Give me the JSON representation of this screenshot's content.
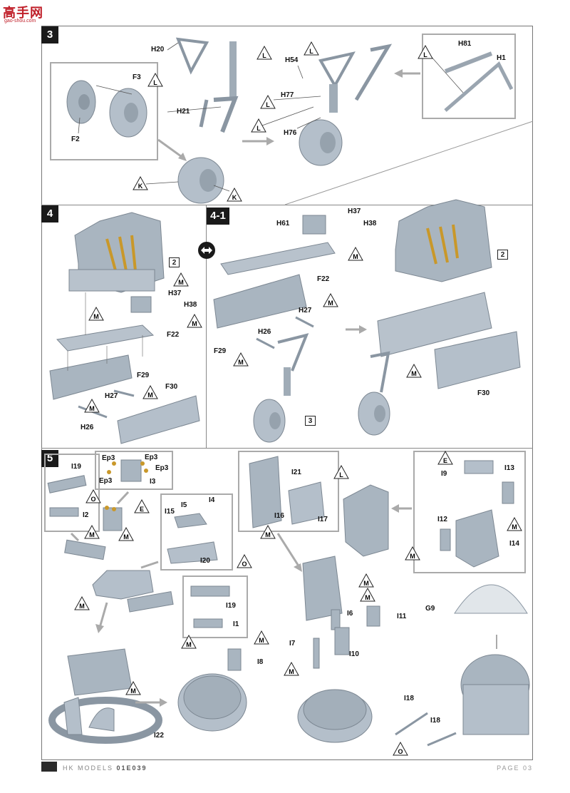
{
  "watermark": {
    "title": "高手网",
    "url": "gao-shou.com"
  },
  "steps": {
    "s3": "3",
    "s4": "4",
    "s41": "4-1",
    "s5": "5"
  },
  "step3": {
    "labels": [
      "H20",
      "F3",
      "F2",
      "H21",
      "H54",
      "H77",
      "H76",
      "H81",
      "H1"
    ],
    "callouts": [
      "L",
      "L",
      "L",
      "L",
      "L",
      "L",
      "K",
      "K"
    ]
  },
  "step4": {
    "labels": [
      "H37",
      "H38",
      "F22",
      "F29",
      "H27",
      "H26",
      "F30"
    ],
    "callouts": [
      "M",
      "M",
      "M",
      "M",
      "M"
    ],
    "ref": "2"
  },
  "step41": {
    "labels": [
      "H61",
      "H37",
      "H38",
      "F22",
      "H27",
      "H26",
      "F29",
      "F30"
    ],
    "callouts": [
      "M",
      "M",
      "M",
      "M"
    ],
    "refs": [
      "2",
      "3"
    ]
  },
  "step5": {
    "labels": [
      "I19",
      "I2",
      "Ep3",
      "Ep3",
      "Ep3",
      "Ep3",
      "I3",
      "I5",
      "I4",
      "I15",
      "I20",
      "I19",
      "I1",
      "I8",
      "I22",
      "I21",
      "I16",
      "I17",
      "I6",
      "I11",
      "I7",
      "I10",
      "I9",
      "I13",
      "I12",
      "I14",
      "G9",
      "I18",
      "I18"
    ],
    "callouts": [
      "O",
      "M",
      "E",
      "M",
      "M",
      "M",
      "O",
      "M",
      "M",
      "M",
      "L",
      "M",
      "M",
      "M",
      "E",
      "M",
      "M",
      "O"
    ]
  },
  "footer": {
    "brand": "HK MODELS",
    "code": "01E039",
    "page": "PAGE 03"
  }
}
